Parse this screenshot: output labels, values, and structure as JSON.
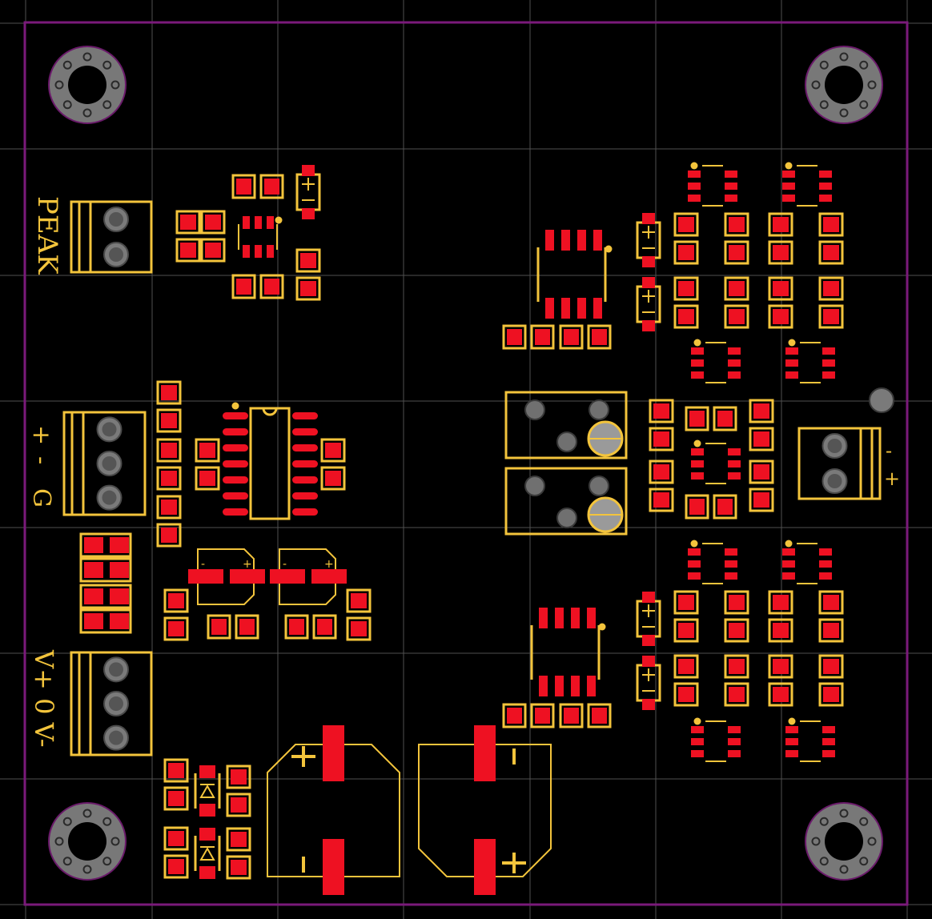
{
  "view": "PCB layout editor - top layer",
  "colors": {
    "background": "#000000",
    "grid": "#505050",
    "outline": "#7a1a7a",
    "silkscreen": "#f3c43c",
    "pad": "#ee1122",
    "hole": "#7a7a7a",
    "mount_ring": "#8c8c8c"
  },
  "labels": {
    "peak": "PEAK",
    "plus": "+",
    "minus": "-",
    "ground": "G",
    "supply": "V+ 0 V-",
    "right_minus": "-",
    "right_plus": "+"
  }
}
